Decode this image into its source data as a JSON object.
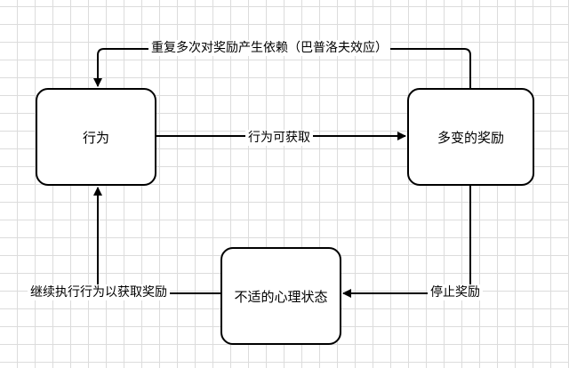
{
  "nodes": {
    "behavior": "行为",
    "variable_reward": "多变的奖励",
    "uncomfortable_state": "不适的心理状态"
  },
  "edges": {
    "behavior_to_reward": "行为可获取",
    "reward_to_behavior": "重复多次对奖励产生依赖（巴普洛夫效应）",
    "reward_to_state": "停止奖励",
    "state_to_behavior": "继续执行行为以获取奖励"
  }
}
